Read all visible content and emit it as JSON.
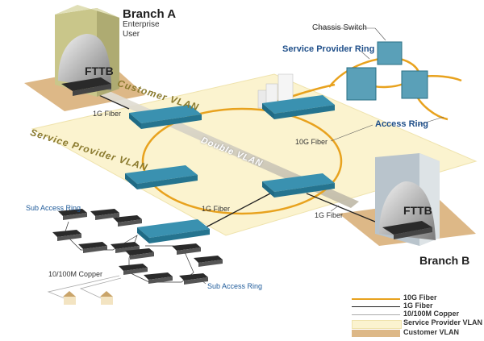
{
  "diagram": {
    "branch_a": {
      "title": "Branch A",
      "line1": "Enterprise",
      "line2": "User",
      "fttb": "FTTB"
    },
    "branch_b": {
      "title": "Branch B",
      "fttb": "FTTB"
    },
    "labels": {
      "customer_vlan": "Customer VLAN",
      "service_provider_vlan": "Service Provider VLAN",
      "double_vlan": "Double VLAN",
      "chassis_switch": "Chassis Switch",
      "service_provider_ring": "Service Provider Ring",
      "access_ring": "Access Ring",
      "fiber_10g": "10G Fiber",
      "fiber_1g_a": "1G Fiber",
      "fiber_1g_mid": "1G Fiber",
      "fiber_1g_b": "1G Fiber",
      "sub_access_ring_1": "Sub Access Ring",
      "sub_access_ring_2": "Sub Access Ring",
      "copper": "10/100M Copper"
    },
    "legend": [
      {
        "label": "10G Fiber",
        "color": "#e8a21e"
      },
      {
        "label": "1G Fiber",
        "color": "#222222"
      },
      {
        "label": "10/100M Copper",
        "color": "#aaaaaa"
      },
      {
        "label": "Service Provider VLAN",
        "color": "#fbf3cf"
      },
      {
        "label": "Customer VLAN",
        "color": "#ddb887"
      }
    ],
    "colors": {
      "ring_orange": "#e8a21e",
      "switch_blue": "#2a7f9e",
      "building": "#c9c68a",
      "sp_vlan_fill": "#fbf3cf",
      "customer_vlan_fill": "#ddb887",
      "label_blue": "#1f4f8a"
    }
  }
}
